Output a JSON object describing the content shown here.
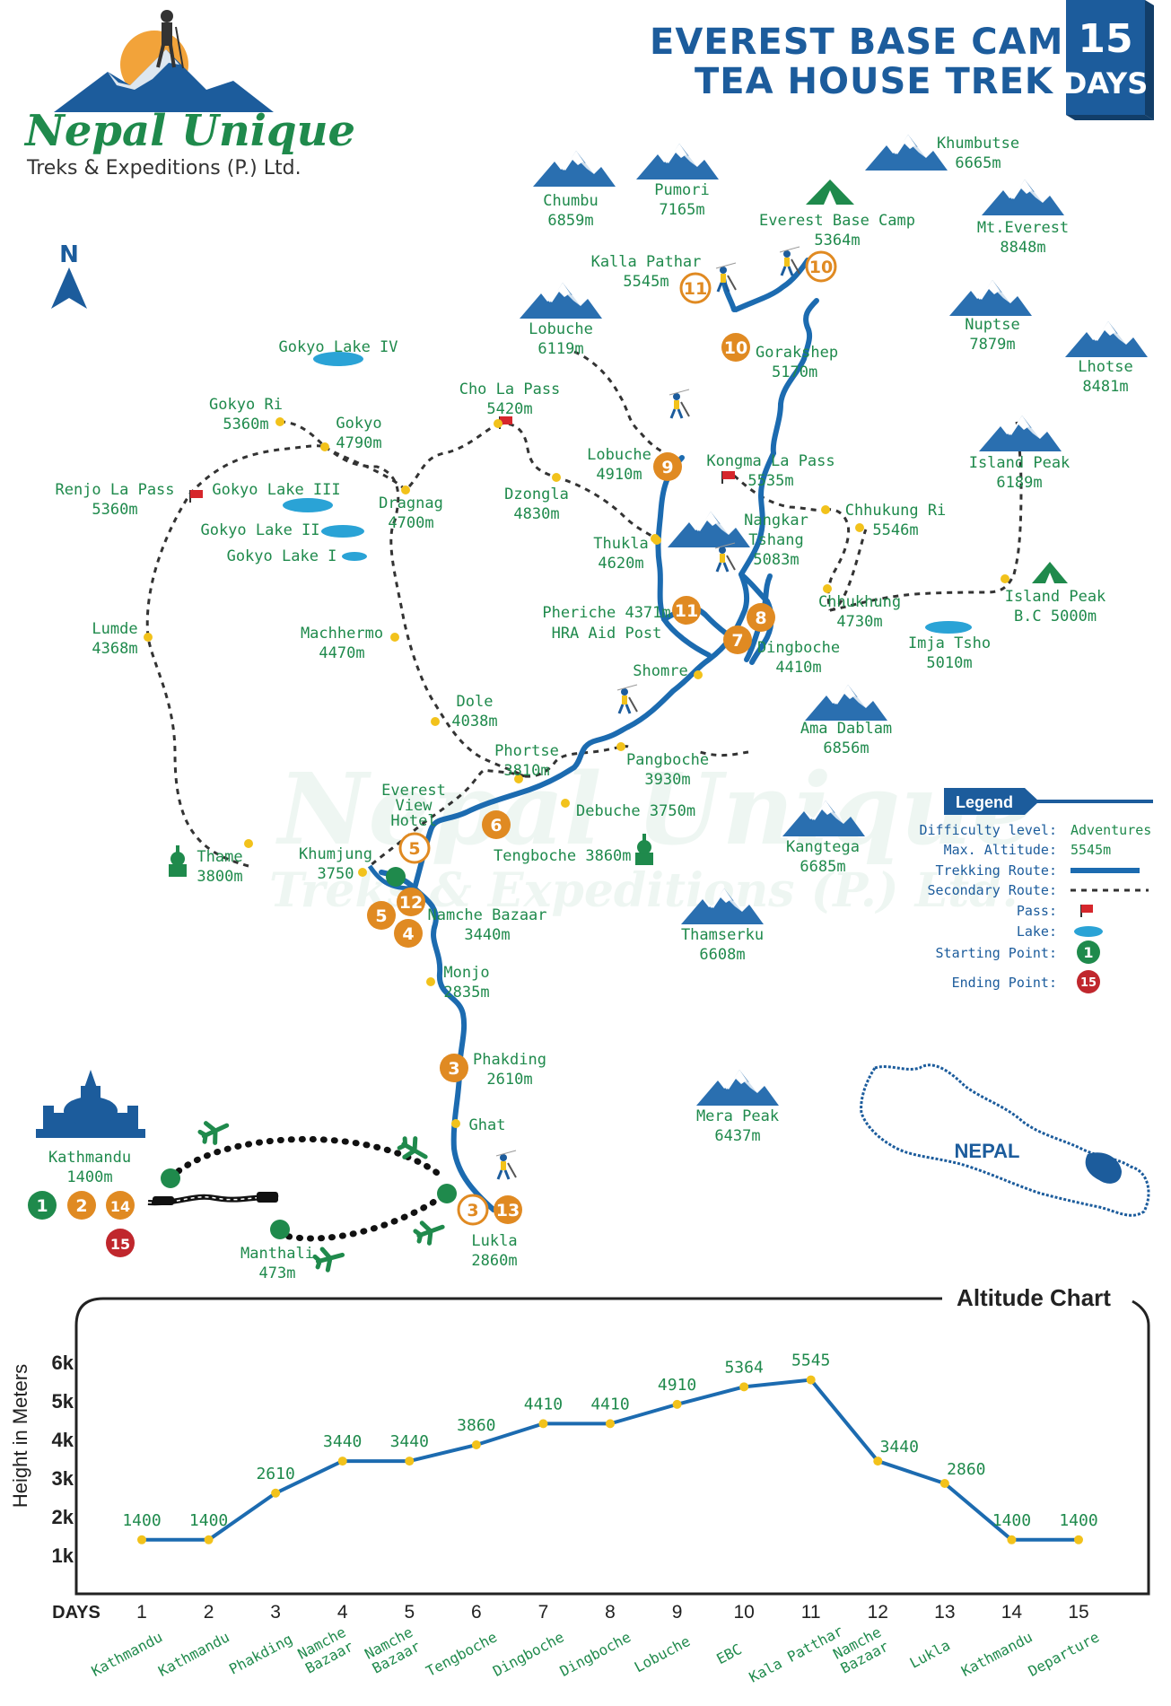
{
  "header": {
    "title_line1": "EVEREST BASE CAMP",
    "title_line2": "TEA HOUSE TREK",
    "days_number": "15",
    "days_word": "DAYS"
  },
  "logo": {
    "name": "Nepal Unique",
    "subtitle": "Treks & Expeditions (P.) Ltd."
  },
  "compass": {
    "letter": "N"
  },
  "peaks": [
    {
      "name": "Chumbu",
      "alt": "6859m"
    },
    {
      "name": "Pumori",
      "alt": "7165m"
    },
    {
      "name": "Khumbutse",
      "alt": "6665m"
    },
    {
      "name": "Mt.Everest",
      "alt": "8848m"
    },
    {
      "name": "Nuptse",
      "alt": "7879m"
    },
    {
      "name": "Lhotse",
      "alt": "8481m"
    },
    {
      "name": "Lobuche",
      "alt": "6119m"
    },
    {
      "name": "Island Peak",
      "alt": "6189m"
    },
    {
      "name": "Ama Dablam",
      "alt": "6856m"
    },
    {
      "name": "Kangtega",
      "alt": "6685m"
    },
    {
      "name": "Thamserku",
      "alt": "6608m"
    },
    {
      "name": "Mera Peak",
      "alt": "6437m"
    }
  ],
  "places": {
    "ebc": {
      "name": "Everest Base Camp",
      "alt": "5364m"
    },
    "kalla": {
      "name": "Kalla Pathar",
      "alt": "5545m"
    },
    "gorakshep": {
      "name": "Gorakshep",
      "alt": "5170m"
    },
    "lobuche": {
      "name": "Lobuche",
      "alt": "4910m"
    },
    "kongma": {
      "name": "Kongma La Pass",
      "alt": "5535m"
    },
    "nangkar_1": "Nangkar",
    "nangkar_2": "Tshang",
    "nangkar_alt": "5083m",
    "chhukung_ri": {
      "name": "Chhukung Ri",
      "alt": "5546m"
    },
    "chhukung": {
      "name": "Chhukhung",
      "alt": "4730m"
    },
    "island_bc": {
      "name": "Island Peak",
      "alt": "B.C 5000m"
    },
    "imja": {
      "name": "Imja Tsho",
      "alt": "5010m"
    },
    "thukla": {
      "name": "Thukla",
      "alt": "4620m"
    },
    "pheriche": {
      "name": "Pheriche 4371m",
      "alt": "HRA Aid Post"
    },
    "dingboche": {
      "name": "Dingboche",
      "alt": "4410m"
    },
    "shomre": {
      "name": "Shomre"
    },
    "pangboche": {
      "name": "Pangboche",
      "alt": "3930m"
    },
    "debuche": {
      "name": "Debuche 3750m"
    },
    "tengboche": {
      "name": "Tengboche 3860m"
    },
    "phortse": {
      "name": "Phortse",
      "alt": "3810m"
    },
    "dole": {
      "name": "Dole",
      "alt": "4038m"
    },
    "machhermo": {
      "name": "Machhermo",
      "alt": "4470m"
    },
    "dzongla": {
      "name": "Dzongla",
      "alt": "4830m"
    },
    "chola": {
      "name": "Cho La Pass",
      "alt": "5420m"
    },
    "dragnag": {
      "name": "Dragnag",
      "alt": "4700m"
    },
    "gokyo": {
      "name": "Gokyo",
      "alt": "4790m"
    },
    "gokyo_ri": {
      "name": "Gokyo Ri",
      "alt": "5360m"
    },
    "gokyo_lake4": "Gokyo Lake IV",
    "gokyo_lake3": "Gokyo Lake III",
    "gokyo_lake2": "Gokyo Lake II",
    "gokyo_lake1": "Gokyo Lake I",
    "renjo": {
      "name": "Renjo La Pass",
      "alt": "5360m"
    },
    "lumde": {
      "name": "Lumde",
      "alt": "4368m"
    },
    "thame": {
      "name": "Thame",
      "alt": "3800m"
    },
    "khumjung": {
      "name": "Khumjung",
      "alt": "3750"
    },
    "evh_1": "Everest",
    "evh_2": "View",
    "evh_3": "Hotel",
    "namche": {
      "name": "Namche Bazaar",
      "alt": "3440m"
    },
    "monjo": {
      "name": "Monjo",
      "alt": "2835m"
    },
    "phakding": {
      "name": "Phakding",
      "alt": "2610m"
    },
    "ghat": {
      "name": "Ghat"
    },
    "lukla": {
      "name": "Lukla",
      "alt": "2860m"
    },
    "kathmandu": {
      "name": "Kathmandu",
      "alt": "1400m"
    },
    "manthali": {
      "name": "Manthali",
      "alt": "473m"
    }
  },
  "day_markers": {
    "ebc": "10",
    "kalla": "11",
    "gorakshep": "10",
    "lobuche": "9",
    "pheriche": "11",
    "nangkar": "8",
    "dingboche": "7",
    "tengboche": "6",
    "evh": "5",
    "namche_a": "12",
    "namche_b": "5",
    "namche_c": "4",
    "phakding": "3",
    "lukla_a": "3",
    "lukla_b": "13",
    "ktm_1": "1",
    "ktm_2": "2",
    "ktm_3": "14",
    "ktm_4": "15"
  },
  "legend": {
    "title": "Legend",
    "difficulty_label": "Difficulty level:",
    "difficulty_value": "Adventures",
    "altitude_label": "Max. Altitude:",
    "altitude_value": "5545m",
    "trekking_label": "Trekking Route:",
    "secondary_label": "Secondary Route:",
    "pass_label": "Pass:",
    "lake_label": "Lake:",
    "start_label": "Starting Point:",
    "start_value": "1",
    "end_label": "Ending Point:",
    "end_value": "15"
  },
  "nepal_inset": {
    "label": "NEPAL"
  },
  "colors": {
    "route": "#1c6bb0",
    "green": "#1f8a4c",
    "orange": "#e08a22",
    "red": "#c0272d",
    "navy": "#1c5c9c",
    "yellow_dot": "#f2c21b"
  },
  "chart_data": {
    "type": "line",
    "title": "Altitude Chart",
    "ylabel": "Height in Meters",
    "xlabel": "DAYS",
    "ylim": [
      0,
      6500
    ],
    "yticks": [
      "1k",
      "2k",
      "3k",
      "4k",
      "5k",
      "6k"
    ],
    "ytick_values": [
      1000,
      2000,
      3000,
      4000,
      5000,
      6000
    ],
    "x": [
      "1",
      "2",
      "3",
      "4",
      "5",
      "6",
      "7",
      "8",
      "9",
      "10",
      "11",
      "12",
      "13",
      "14",
      "15"
    ],
    "places": [
      "Kathmandu",
      "Kathmandu",
      "Phakding",
      "Namche Bazaar",
      "Namche Bazaar",
      "Tengboche",
      "Dingboche",
      "Dingboche",
      "Lobuche",
      "EBC",
      "Kala Patthar",
      "Namche Bazaar",
      "Lukla",
      "Kathmandu",
      "Departure"
    ],
    "values": [
      1400,
      1400,
      2610,
      3440,
      3440,
      3860,
      4410,
      4410,
      4910,
      5364,
      5545,
      3440,
      2860,
      1400,
      1400
    ],
    "value_labels": [
      "1400",
      "1400",
      "2610",
      "3440",
      "3440",
      "3860",
      "4410",
      "4410",
      "4910",
      "5364",
      "5545",
      "3440",
      "2860",
      "1400",
      "1400"
    ]
  }
}
